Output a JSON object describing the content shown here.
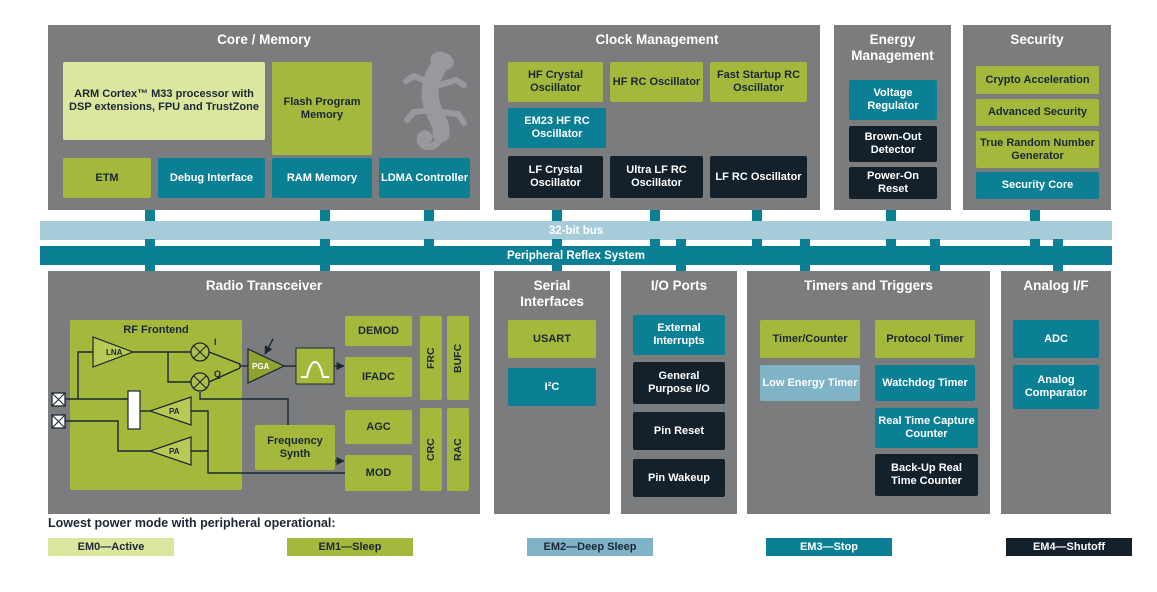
{
  "colors": {
    "em0_active": "#dbe79f",
    "em1_sleep": "#a4b93c",
    "em2_deep_sleep": "#7fb3c8",
    "em3_stop": "#0b8095",
    "em4_shutoff": "#14212b",
    "panel_gray": "#7b7c7e",
    "bus_light_blue": "#a6ccd9",
    "bus_teal": "#0b8095",
    "dark_text": "#1b2735",
    "gecko_gray": "#97999c"
  },
  "top": {
    "core_memory": {
      "title": "Core / Memory",
      "arm": "ARM Cortex™ M33 processor with DSP extensions, FPU and TrustZone",
      "flash": "Flash Program Memory",
      "etm": "ETM",
      "debug_interface": "Debug Interface",
      "ram_memory": "RAM Memory",
      "ldma_controller": "LDMA Controller"
    },
    "clock_management": {
      "title": "Clock Management",
      "hf_crystal": "HF Crystal Oscillator",
      "hf_rc": "HF RC Oscillator",
      "fast_startup": "Fast Startup RC Oscillator",
      "em23_hf_rc": "EM23 HF RC Oscillator",
      "lf_crystal": "LF Crystal Oscillator",
      "ultra_lf_rc": "Ultra LF RC Oscillator",
      "lf_rc": "LF RC Oscillator"
    },
    "energy_management": {
      "title": "Energy Management",
      "voltage_regulator": "Voltage Regulator",
      "brown_out_detector": "Brown-Out Detector",
      "power_on_reset": "Power-On Reset"
    },
    "security": {
      "title": "Security",
      "crypto_acceleration": "Crypto Acceleration",
      "advanced_security": "Advanced Security",
      "trng": "True Random Number Generator",
      "security_core": "Security Core"
    }
  },
  "buses": {
    "bus32": "32-bit bus",
    "prs": "Peripheral Reflex System"
  },
  "bottom": {
    "radio": {
      "title": "Radio Transceiver",
      "rf_frontend": "RF Frontend",
      "lna": "LNA",
      "pa1": "PA",
      "pa2": "PA",
      "pga": "PGA",
      "i_label": "I",
      "q_label": "Q",
      "demod": "DEMOD",
      "ifadc": "IFADC",
      "agc": "AGC",
      "mod": "MOD",
      "frc": "FRC",
      "bufc": "BUFC",
      "crc": "CRC",
      "rac": "RAC",
      "frequency_synth": "Frequency Synth"
    },
    "serial": {
      "title": "Serial Interfaces",
      "usart": "USART",
      "i2c": "I²C"
    },
    "io_ports": {
      "title": "I/O Ports",
      "external_interrupts": "External Interrupts",
      "gpio": "General Purpose I/O",
      "pin_reset": "Pin Reset",
      "pin_wakeup": "Pin Wakeup"
    },
    "timers": {
      "title": "Timers and Triggers",
      "timer_counter": "Timer/Counter",
      "protocol_timer": "Protocol Timer",
      "low_energy_timer": "Low Energy Timer",
      "watchdog_timer": "Watchdog Timer",
      "rtcc": "Real Time Capture Counter",
      "burtc": "Back-Up Real Time Counter"
    },
    "analog": {
      "title": "Analog I/F",
      "adc": "ADC",
      "analog_comparator": "Analog Comparator"
    }
  },
  "legend": {
    "caption": "Lowest power mode with peripheral operational:",
    "items": [
      {
        "label": "EM0—Active",
        "color": "#dbe79f"
      },
      {
        "label": "EM1—Sleep",
        "color": "#a4b93c"
      },
      {
        "label": "EM2—Deep Sleep",
        "color": "#7fb3c8"
      },
      {
        "label": "EM3—Stop",
        "color": "#0b8095"
      },
      {
        "label": "EM4—Shutoff",
        "color": "#14212b"
      }
    ]
  }
}
